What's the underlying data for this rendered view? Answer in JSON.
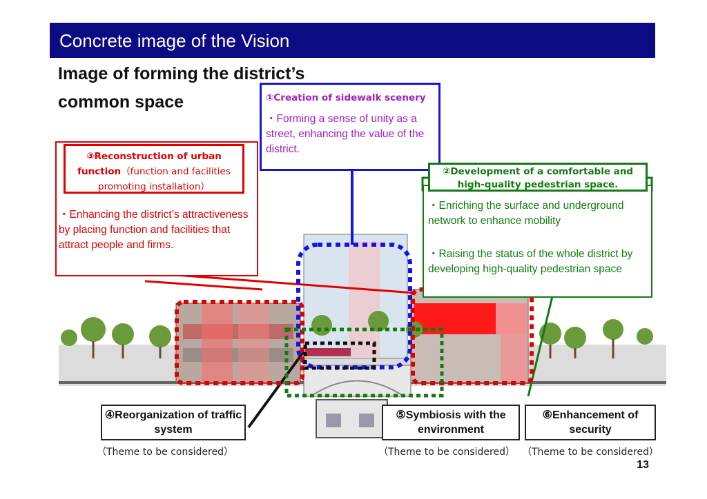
{
  "header": {
    "title": "Concrete image of the Vision"
  },
  "subtitle": {
    "line1": "Image of forming the district’s",
    "line2": "common space"
  },
  "boxes": {
    "sidewalk": {
      "heading": "①Creation of sidewalk scenery",
      "body": "・Forming a sense of unity as a street, enhancing the value of the district."
    },
    "urban": {
      "heading_bold": "③Reconstruction of urban function",
      "heading_rest": "（function and facilities promoting installation）",
      "body": "・Enhancing the district’s attractiveness by placing function and facilities that attract people and firms."
    },
    "pedestrian": {
      "heading": "②Development of a comfortable and high-quality pedestrian space.",
      "body1": "・Enriching the surface and underground network to enhance mobility",
      "body2": "・Raising the status of the whole district by developing high-quality pedestrian space"
    }
  },
  "themes": [
    {
      "label": "④Reorganization of traffic system",
      "note": "（Theme to be considered）"
    },
    {
      "label": "⑤Symbiosis with the environment",
      "note": "（Theme to be considered）"
    },
    {
      "label": "⑥Enhancement of security",
      "note": "（Theme to be considered）"
    }
  ],
  "page_number": "13",
  "colors": {
    "title_bar": "#0b0b84",
    "blue": "#1414e0",
    "red": "#e00000",
    "green": "#137a13",
    "purple": "#a020c0"
  }
}
